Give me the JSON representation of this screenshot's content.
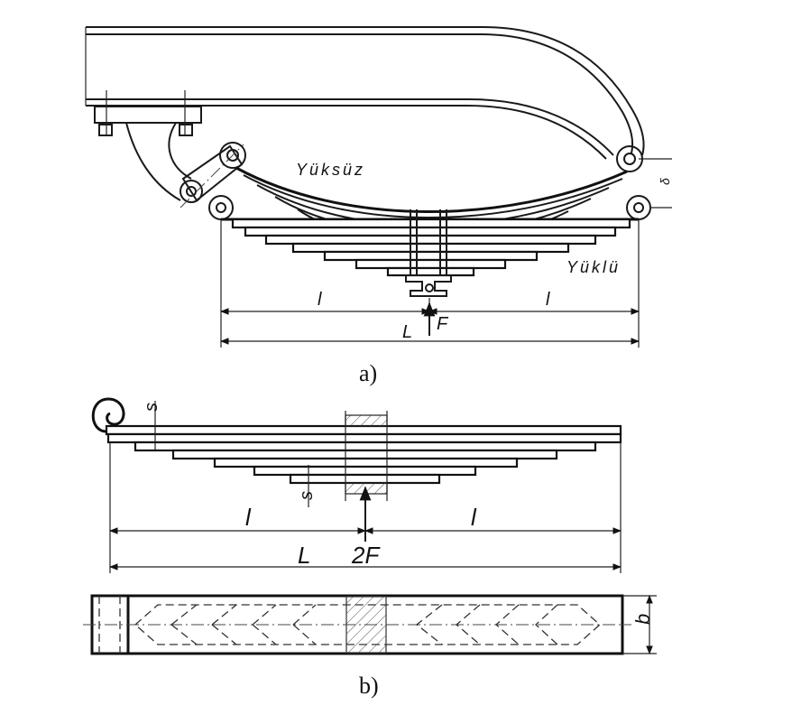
{
  "figure_a": {
    "caption": "a)",
    "label_unloaded": "Yüksüz",
    "label_loaded": "Yüklü",
    "label_deflection": "δ",
    "dim_left_half": "l",
    "dim_right_half": "l",
    "dim_total": "L",
    "force": "F"
  },
  "figure_b": {
    "caption": "b)",
    "thickness_top": "s",
    "thickness_bottom": "s",
    "dim_left_half": "l",
    "dim_right_half": "l",
    "dim_total": "L",
    "force": "2F",
    "width": "b"
  }
}
